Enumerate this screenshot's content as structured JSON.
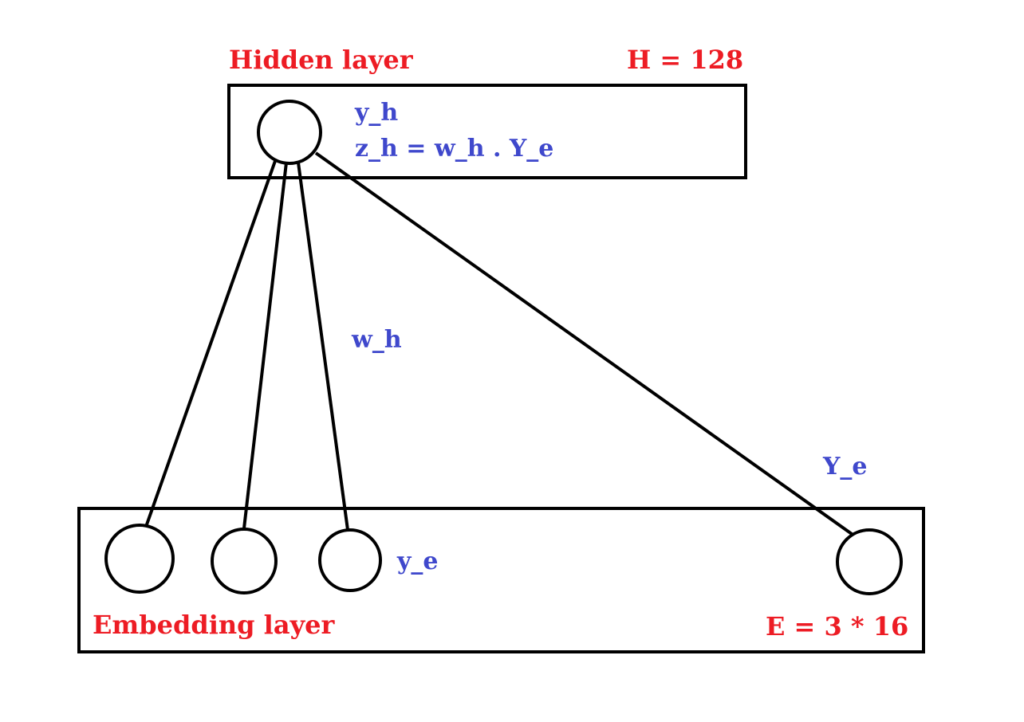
{
  "colors": {
    "layer_label": "#ed1c24",
    "annotation": "#3f48cc",
    "stroke": "#000000",
    "background": "#ffffff"
  },
  "hidden_layer": {
    "label": "Hidden layer",
    "size": "H = 128",
    "node_label": "y_h",
    "equation": "z_h = w_h . Y_e"
  },
  "embedding_layer": {
    "label": "Embedding layer",
    "size": "E = 3 * 16",
    "node_label": "y_e",
    "vector_label": "Y_e"
  },
  "weights": {
    "label": "w_h"
  }
}
